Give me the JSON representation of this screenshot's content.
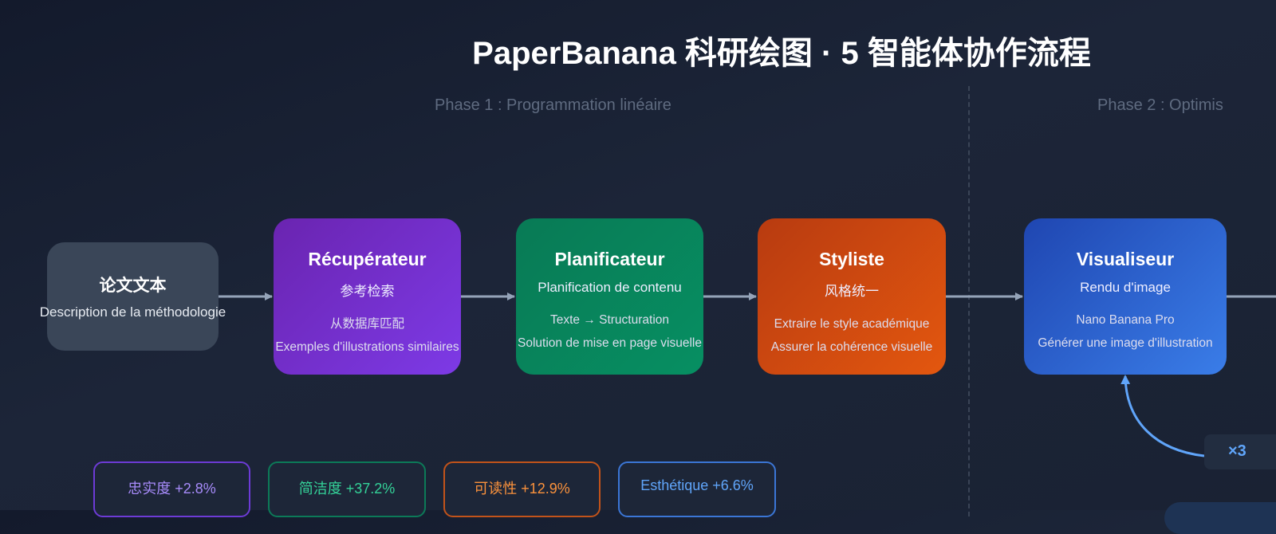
{
  "title": "PaperBanana 科研绘图 · 5 智能体协作流程",
  "phases": [
    "Phase 1 : Programmation linéaire",
    "Phase 2 : Optimis"
  ],
  "nodes": [
    {
      "title": "论文文本",
      "subtitle": "Description de la méthodologie",
      "color": "#3a4658"
    },
    {
      "title": "Récupérateur",
      "subtitle": "参考检索",
      "details": [
        "从数据库匹配",
        "Exemples d'illustrations similaires"
      ],
      "color": "#7432d0"
    },
    {
      "title": "Planificateur",
      "subtitle": "Planification de contenu",
      "details": [
        "Texte → Structuration",
        "Solution de mise en page visuelle"
      ],
      "color": "#078659"
    },
    {
      "title": "Styliste",
      "subtitle": "风格统一",
      "details": [
        "Extraire le style académique",
        "Assurer la cohérence visuelle"
      ],
      "color": "#d04a0f"
    },
    {
      "title": "Visualiseur",
      "subtitle": "Rendu d'image",
      "details": [
        "Nano Banana Pro",
        "Générer une image d'illustration"
      ],
      "color": "#2d5fd0"
    }
  ],
  "loop_badge": "×3",
  "metrics": [
    {
      "label": "忠实度 +2.8%",
      "color": "#a78bfa",
      "border": "#6d3bd6"
    },
    {
      "label": "简洁度 +37.2%",
      "color": "#34d399",
      "border": "#0c7a58"
    },
    {
      "label": "可读性 +12.9%",
      "color": "#fb923c",
      "border": "#c2531a"
    },
    {
      "label": "Esthétique +6.6%",
      "color": "#60a5fa",
      "border": "#3b76d6"
    }
  ]
}
